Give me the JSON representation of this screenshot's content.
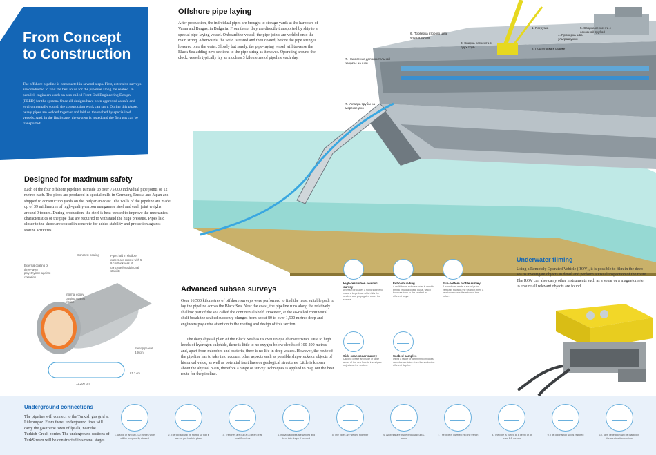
{
  "title_panel": {
    "heading_line1": "From Concept",
    "heading_line2": "to Construction",
    "intro": "The offshore pipeline is constructed in several steps. First, extensive surveys are conducted to find the best route for the pipeline along the seabed. In parallel, engineers work on a so called Front End Engineering Design (FEED) for the system. Once all designs have been approved as safe and environmentally sound, the construction work can start. During this phase, heavy pipes are welded together and laid on the seabed by specialized vessels. And, in the final stage, the system is tested and the first gas can be transported!"
  },
  "pipe_laying": {
    "heading": "Offshore pipe laying",
    "text": "After production, the individual pipes are brought to storage yards at the harbours of Varna and Burgas, in Bulgaria. From there, they are directly transported by ship to a special pipe-laying vessel. Onboard the vessel, the pipe joints are welded onto the main string. Afterwards, the weld is tested and then coated, before the pipe string is lowered onto the water. Slowly but surely, the pipe-laying vessel will traverse the Black Sea adding new sections to the pipe string as it moves. Operating around the clock, vessels typically lay as much as 3 kilometres of pipeline each day."
  },
  "vessel_labels": [
    "1. Погрузка",
    "2. Подготовка к сварке",
    "3. Сварка сегмента с двух труб",
    "4. Проверка шва ультразвуком",
    "5. Сварка сегмента с основной трубой",
    "6. Проверка второго шва ультразвуком",
    "7. Нанесение дополнительной защиты на шов",
    "7. Укладка трубы на морское дно"
  ],
  "safety": {
    "heading": "Designed for maximum safety",
    "text": "Each of the four offshore pipelines is made up over 75,000 individual pipe joints of 12 metres each. The pipes are produced in special mills in Germany, Russia and Japan and shipped to construction yards on the Bulgarian coast. The walls of the pipeline are made up of 39 millimetres of high-quality carbon manganese steel and each joint weighs around 9 tonnes. During production, the steel is heat-treated to improve the mechanical characteristics of the pipe that are required to withstand the huge pressure. Pipes laid closer to the shore are coated in concrete for added stability and protection against storine activities.",
    "callouts": [
      "External coating of three-layer polyethylene against corrosion",
      "Concrete coating",
      "Pipes laid in shallow waters are coated with 5-9 cm thickness of concrete for additional stability",
      "Internal epoxy coating against friction",
      "Steel pipe wall 3.9 cm"
    ],
    "dim_width": "12,200 cm",
    "dim_height": "81.3 cm"
  },
  "surveys": {
    "heading": "Advanced subsea surveys",
    "text1": "Over 16,500 kilometres of offshore surveys were performed to find the most suitable path to lay the pipeline across the Black Sea. Near the coast, the pipeline runs along the relatively shallow part of the sea called the continental shelf. However, at the so-called continental shelf break the seabed suddenly plunges from about 80 to over 1,500 metres deep and engineers pay extra attention to the routing and design of this section.",
    "text2": "The deep abyssal plain of the Black Sea has its own unique characteristics. Due to high levels of hydrogen sulphide, there is little to no oxygen below depths of 100-200 metres and, apart from microbes and bacteria, there is no life in deep waters. However, the route of the pipeline has to take into account other aspects such as possible shipwrecks or objects of historical value, as well as potential fault lines or geological structures. Little is known about the abyssal plain, therefore a range of survey techniques is applied to map out the best route for the pipeline.",
    "methods": [
      {
        "name": "High-resolution seismic survey",
        "desc": "A vessel produces a sonic source to make a large blast which hits the seabed and propagates under the surface."
      },
      {
        "name": "Echo sounding",
        "desc": "A multi-beam echo sounder is used to emit a broad acoustic pulse, which bounces back to the seabed in different ways."
      },
      {
        "name": "Sub-bottom profile survey",
        "desc": "A transducer emits a sound pulse vertically towards the seafloor, then a receiver records the return of the pulse."
      },
      {
        "name": "Side scan sonar survey",
        "desc": "Used to create an image of large areas of the sea floor to investigate objects on the seabed."
      },
      {
        "name": "Seabed samples",
        "desc": "Using a range of different techniques, samples are taken from the seabed at different depths."
      }
    ]
  },
  "filming": {
    "heading": "Underwater filming",
    "text": "Using a Remotely Operated Vehicle (ROV), it is possible to film in the deep sea to investigate objects in detail and perform a visual inspection of the route. The ROV can also carry other instruments such as a sonar or a magnetometer to ensure all relevant objects are found."
  },
  "underground": {
    "heading": "Underground connections",
    "text": "The pipeline will connect to the Turkish gas grid at Lüleburgaz. From there, underground lines will carry the gas to the town of İpsala, near the Turkish-Greek border. The underground sections of TurkStream will be constructed in several stages.",
    "steps": [
      "1. A strip of land 60-100 metres wide will be temporarily cleared",
      "2. The top soil will be stored so that it can be put back in place",
      "3. Trenches are dug at a depth of at least 2 metres",
      "4. Individual pipes are welded and bent into shape if needed",
      "5. The pipes are welded together",
      "6. All welds are inspected using ultra-sound",
      "7. The pipe is lowered into the trench",
      "8. The pipe is buried at a depth of at least 1.5 metres",
      "9. The original top soil is restored",
      "10. New vegetation will be planted in the construction corridor"
    ]
  }
}
